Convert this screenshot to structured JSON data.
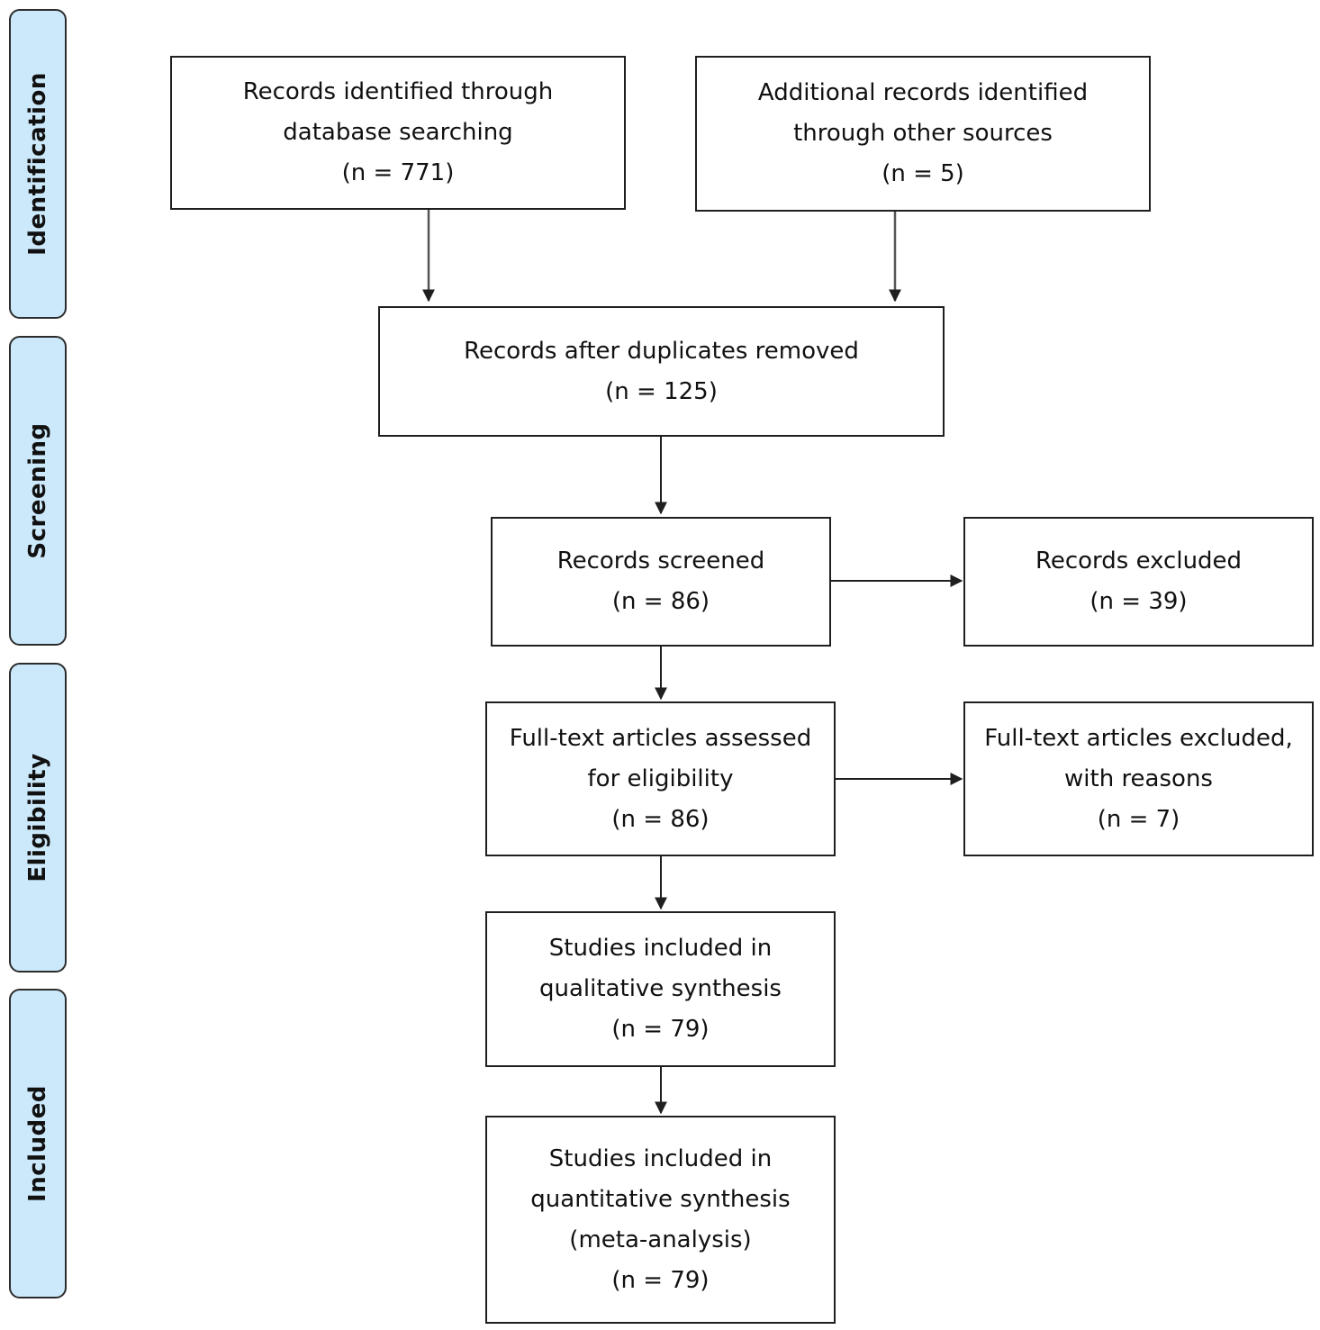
{
  "phases": {
    "identification": "Identification",
    "screening": "Screening",
    "eligibility": "Eligibility",
    "included": "Included"
  },
  "boxes": {
    "db_search": {
      "line1": "Records identified through",
      "line2": "database searching",
      "count": "(n = 771)"
    },
    "other_sources": {
      "line1": "Additional records identified",
      "line2": "through other sources",
      "count": "(n = 5)"
    },
    "after_duplicates": {
      "line1": "Records after duplicates removed",
      "count": "(n = 125)"
    },
    "screened": {
      "line1": "Records screened",
      "count": "(n = 86)"
    },
    "excluded": {
      "line1": "Records excluded",
      "count": "(n = 39)"
    },
    "fulltext_assessed": {
      "line1": "Full-text articles assessed",
      "line2": "for eligibility",
      "count": "(n = 86)"
    },
    "fulltext_excluded": {
      "line1": "Full-text articles excluded,",
      "line2": "with reasons",
      "count": "(n = 7)"
    },
    "qualitative": {
      "line1": "Studies included in",
      "line2": "qualitative synthesis",
      "count": "(n = 79)"
    },
    "quantitative": {
      "line1": "Studies included in",
      "line2": "quantitative synthesis",
      "line3": "(meta-analysis)",
      "count": "(n = 79)"
    }
  },
  "colors": {
    "phase_fill": "#cce9fb",
    "stroke": "#1f1f1f",
    "arrow_gray": "#555555"
  }
}
